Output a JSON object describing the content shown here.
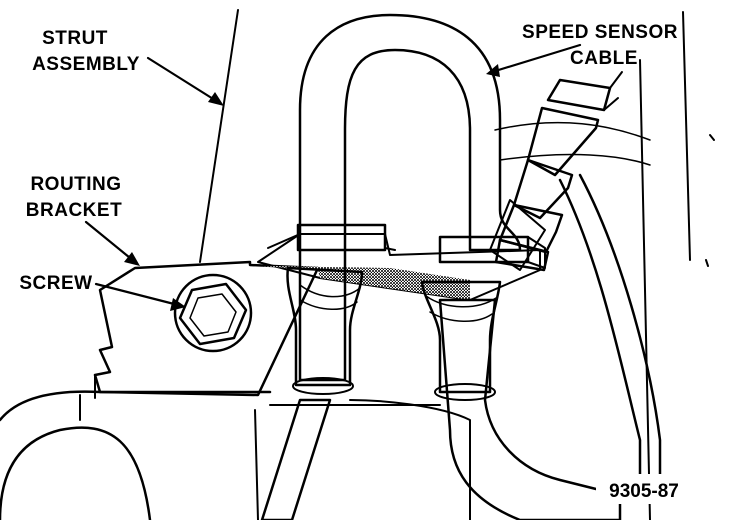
{
  "labels": {
    "strut_assembly": [
      "STRUT",
      "ASSEMBLY"
    ],
    "routing_bracket": [
      "ROUTING",
      "BRACKET"
    ],
    "screw": "SCREW",
    "speed_sensor_cable": [
      "SPEED SENSOR",
      "CABLE"
    ]
  },
  "figure_number": "9305-87",
  "colors": {
    "ink": "#000000",
    "paper": "#ffffff",
    "stipple": "#7a7a7a"
  }
}
